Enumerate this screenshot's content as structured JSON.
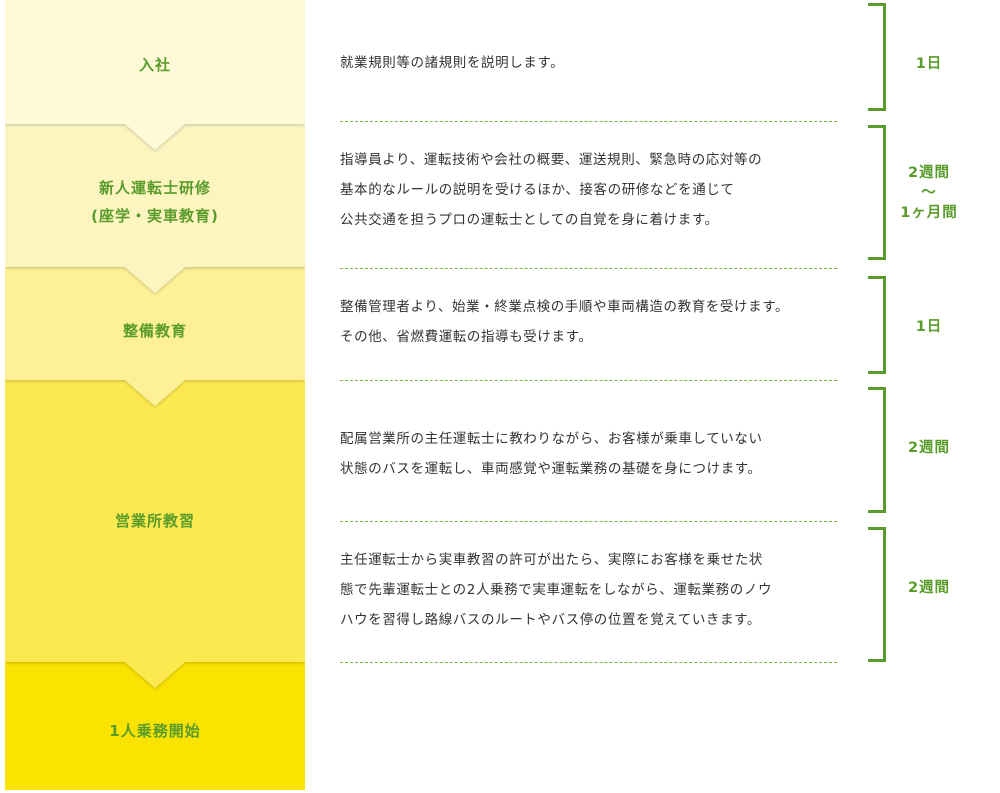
{
  "stages": [
    {
      "label_lines": [
        "入社"
      ]
    },
    {
      "label_lines": [
        "新人運転士研修",
        "(座学・実車教育)"
      ]
    },
    {
      "label_lines": [
        "整備教育"
      ]
    },
    {
      "label_lines": [
        "営業所教習"
      ]
    },
    {
      "label_lines": [
        "1人乗務開始"
      ]
    }
  ],
  "steps": [
    {
      "description_lines": [
        "就業規則等の諸規則を説明します。"
      ],
      "duration_lines": [
        "1日"
      ]
    },
    {
      "description_lines": [
        "指導員より、運転技術や会社の概要、運送規則、緊急時の応対等の",
        "基本的なルールの説明を受けるほか、接客の研修などを通じて",
        "公共交通を担うプロの運転士としての自覚を身に着けます。"
      ],
      "duration_lines": [
        "2週間",
        "〜",
        "1ヶ月間"
      ]
    },
    {
      "description_lines": [
        "整備管理者より、始業・終業点検の手順や車両構造の教育を受けます。",
        "その他、省燃費運転の指導も受けます。"
      ],
      "duration_lines": [
        "1日"
      ]
    },
    {
      "description_lines": [
        "配属営業所の主任運転士に教わりながら、お客様が乗車していない",
        "状態のバスを運転し、車両感覚や運転業務の基礎を身につけます。"
      ],
      "duration_lines": [
        "2週間"
      ]
    },
    {
      "description_lines": [
        "主任運転士から実車教習の許可が出たら、実際にお客様を乗せた状",
        "態で先輩運転士との2人乗務で実車運転をしながら、運転業務のノウ",
        "ハウを習得し路線バスのルートやバス停の位置を覚えていきます。"
      ],
      "duration_lines": [
        "2週間"
      ]
    }
  ],
  "colors": {
    "stage_fills": [
      "#fefad8",
      "#fdf5bf",
      "#fdf097",
      "#fce94f",
      "#fae302"
    ],
    "accent_green": "#5a9c2c",
    "text": "#333333"
  }
}
